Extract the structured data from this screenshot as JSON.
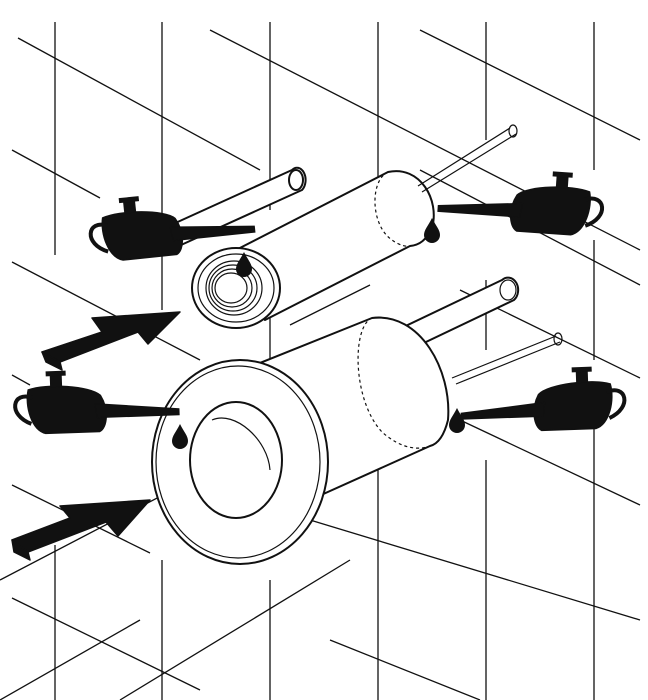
{
  "figure": {
    "type": "installation-diagram",
    "background": "#ffffff",
    "ink": "#111111",
    "parts": [
      "wall-tile-grid",
      "upper-pipe-connector",
      "lower-pan-connector",
      "fixing-rod",
      "lubricant-oil-can",
      "oil-drop",
      "direction-arrow"
    ],
    "icons": [
      "oil-can-icon",
      "oil-drop-icon",
      "arrow-icon"
    ],
    "counts": {
      "oil_cans": 4,
      "arrows": 2,
      "connectors": 2,
      "fixing_rods": 4
    }
  }
}
